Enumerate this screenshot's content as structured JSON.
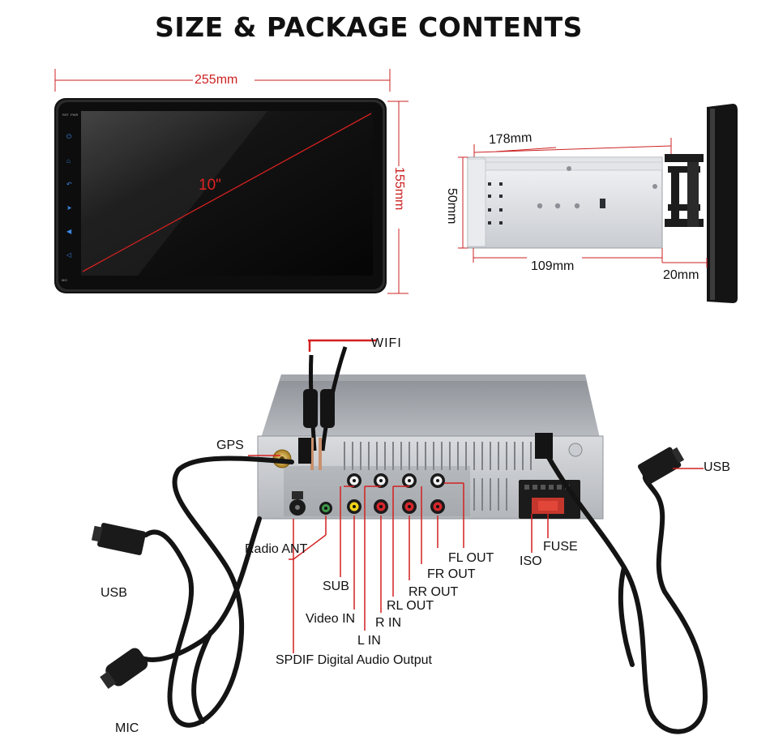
{
  "title": "SIZE & PACKAGE CONTENTS",
  "dimensions": {
    "width": "255mm",
    "height": "155mm",
    "diagonal": "10\"",
    "depth_top": "178mm",
    "chassis_height": "50mm",
    "chassis_depth": "109mm",
    "panel_thickness": "20mm"
  },
  "screen": {
    "top_labels": [
      "RST",
      "PWR"
    ],
    "side_icons": [
      "power-icon",
      "home-icon",
      "back-icon",
      "navigation-icon",
      "volume-up-icon",
      "volume-down-icon"
    ],
    "mic_label": "MIC"
  },
  "connectors": {
    "wifi": "WIFI",
    "gps": "GPS",
    "usb_right": "USB",
    "usb_left": "USB",
    "radio_ant": "Radio ANT",
    "fl_out": "FL OUT",
    "fr_out": "FR OUT",
    "rr_out": "RR OUT",
    "rl_out": "RL OUT",
    "sub": "SUB",
    "video_in": "Video IN",
    "r_in": "R IN",
    "l_in": "L IN",
    "spdif": "SPDIF Digital Audio Output",
    "fuse": "FUSE",
    "iso": "ISO",
    "mic": "MIC"
  },
  "colors": {
    "accent_red": "#e32222",
    "screen_frame": "#1a1a1a",
    "icon_blue": "#3b88e8"
  }
}
